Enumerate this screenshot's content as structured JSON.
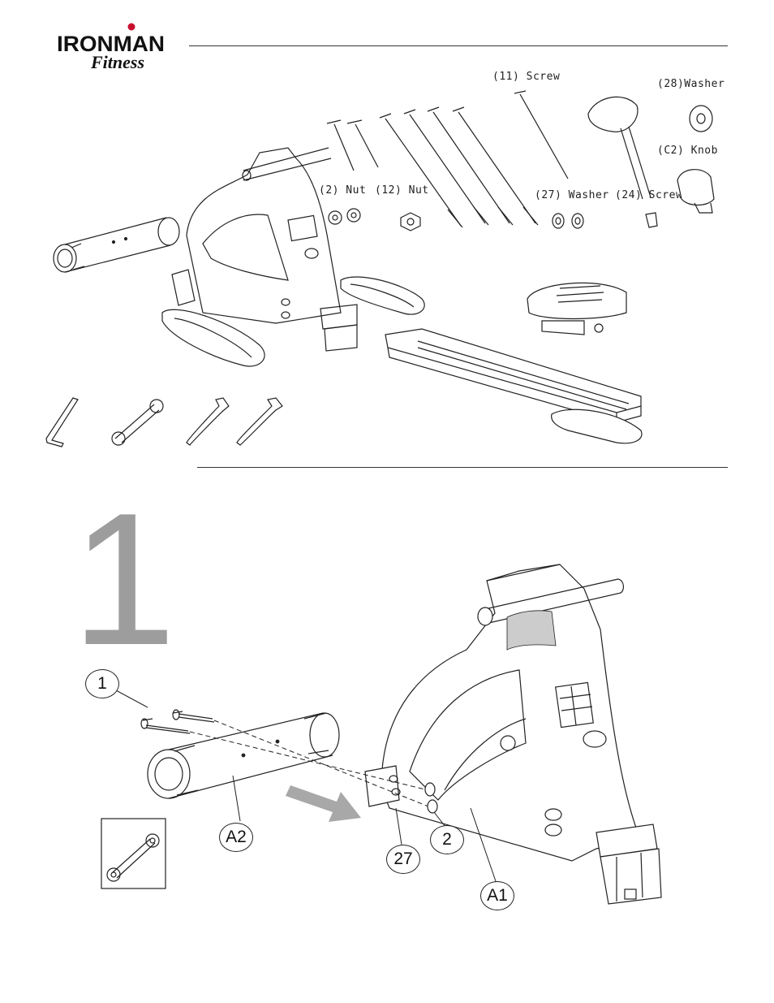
{
  "brand": {
    "logo_text": "IRONMAN",
    "logo_subtext": "Fitness"
  },
  "parts_section": {
    "labels": {
      "screw_11": "(11) Screw",
      "washer_28": "(28)Washer",
      "knob_c2": "(C2) Knob",
      "nut_2": "(2) Nut",
      "nut_12": "(12) Nut",
      "washer_27": "(27) Washer",
      "screw_24": "(24) Screw"
    }
  },
  "step": {
    "number": "1",
    "callouts": {
      "bolt": "1",
      "front_stabilizer": "A2",
      "washer": "27",
      "nut": "2",
      "main_frame": "A1"
    }
  },
  "colors": {
    "line": "#222222",
    "step_number": "#9d9d9d",
    "arrow": "#a8a8a8"
  }
}
